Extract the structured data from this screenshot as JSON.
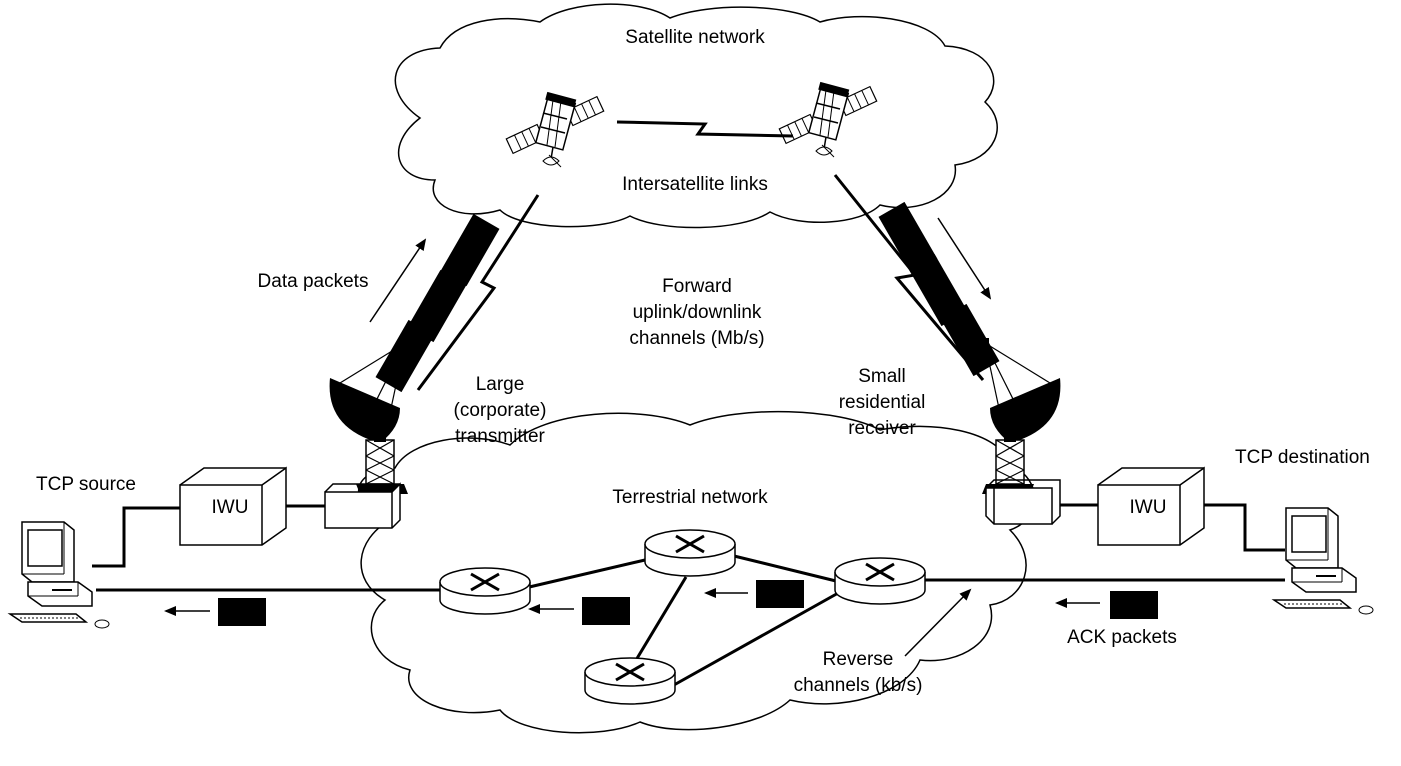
{
  "labels": {
    "satellite_network": "Satellite network",
    "intersatellite_links": "Intersatellite links",
    "data_packets": "Data packets",
    "forward_1": "Forward",
    "forward_2": "uplink/downlink",
    "forward_3": "channels (Mb/s)",
    "large_1": "Large",
    "large_2": "(corporate)",
    "large_3": "transmitter",
    "small_1": "Small",
    "small_2": "residential",
    "small_3": "receiver",
    "tcp_source": "TCP source",
    "tcp_destination": "TCP destination",
    "iwu_left": "IWU",
    "iwu_right": "IWU",
    "terrestrial_network": "Terrestrial network",
    "reverse_1": "Reverse",
    "reverse_2": "channels (kb/s)",
    "ack_packets": "ACK packets"
  },
  "colors": {
    "ink": "#000000",
    "paper": "#ffffff",
    "packet": "#000000"
  },
  "icons": [
    "satellite-icon",
    "dish-antenna-icon",
    "computer-icon",
    "router-icon",
    "packet-icon"
  ]
}
